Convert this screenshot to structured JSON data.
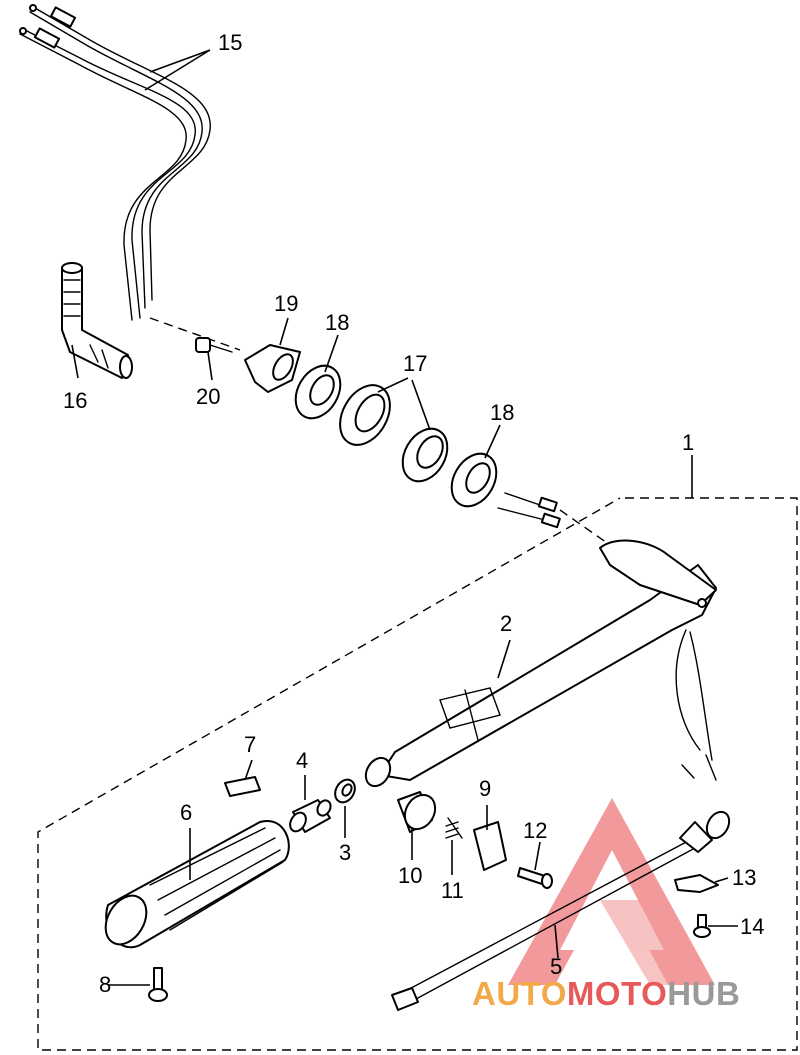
{
  "callouts": {
    "c1": "1",
    "c2": "2",
    "c3": "3",
    "c4": "4",
    "c5": "5",
    "c6": "6",
    "c7": "7",
    "c8": "8",
    "c9": "9",
    "c10": "10",
    "c11": "11",
    "c12": "12",
    "c13": "13",
    "c14": "14",
    "c15": "15",
    "c16": "16",
    "c17": "17",
    "c18a": "18",
    "c18b": "18",
    "c19": "19",
    "c20": "20"
  },
  "watermark": {
    "part1": "AUTO",
    "part2": "MOTO",
    "part3": "HUB",
    "color1": "#f2a94a",
    "color2": "#e85a5a",
    "color3": "#9a9a9a"
  }
}
